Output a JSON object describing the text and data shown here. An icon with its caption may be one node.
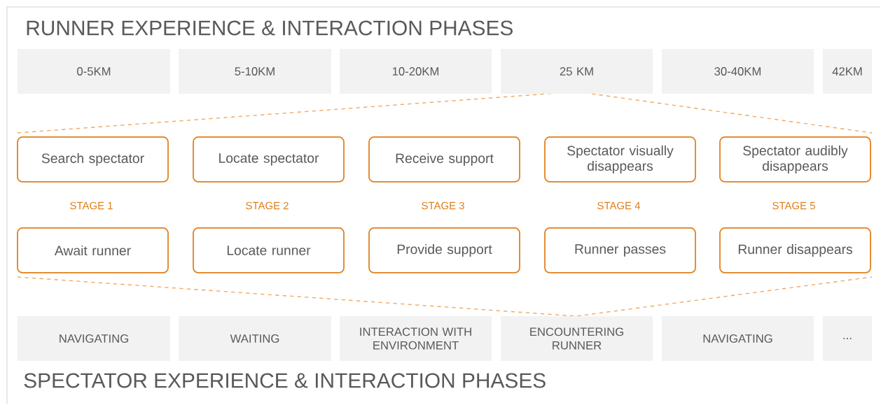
{
  "diagram": {
    "title": "RUNNER EXPERIENCE & INTERACTION PHASES",
    "caption": "SPECTATOR EXPERIENCE & INTERACTION PHASES",
    "nodes": [
      {
        "text": [
          "0-5KM"
        ]
      },
      {
        "text": [
          "5-10KM"
        ]
      },
      {
        "text": [
          "10-20KM"
        ]
      },
      {
        "text": [
          "25 KM"
        ]
      },
      {
        "text": [
          "30-40KM"
        ]
      },
      {
        "text": [
          "42KM"
        ]
      },
      {
        "text": [
          "Search spectator"
        ]
      },
      {
        "text": [
          "Locate spectator"
        ]
      },
      {
        "text": [
          "Receive support"
        ]
      },
      {
        "text": [
          "Spectator visually disappears"
        ]
      },
      {
        "text": [
          "Spectator audibly disappears"
        ]
      },
      {
        "text": [
          "Await runner"
        ]
      },
      {
        "text": [
          "Locate runner"
        ]
      },
      {
        "text": [
          "Provide support"
        ]
      },
      {
        "text": [
          "Runner passes"
        ]
      },
      {
        "text": [
          "Runner disappears"
        ]
      },
      {
        "text": [
          "NAVIGATING"
        ]
      },
      {
        "text": [
          "WAITING"
        ]
      },
      {
        "text": [
          "INTERACTION WITH ENVIRONMENT"
        ]
      },
      {
        "text": [
          "ENCOUNTERING RUNNER"
        ]
      },
      {
        "text": [
          "NAVIGATING"
        ]
      },
      {
        "text": [
          "..."
        ]
      }
    ],
    "labels": [
      "STAGE 1",
      "STAGE 2",
      "STAGE 3",
      "STAGE 4",
      "STAGE 5"
    ]
  }
}
